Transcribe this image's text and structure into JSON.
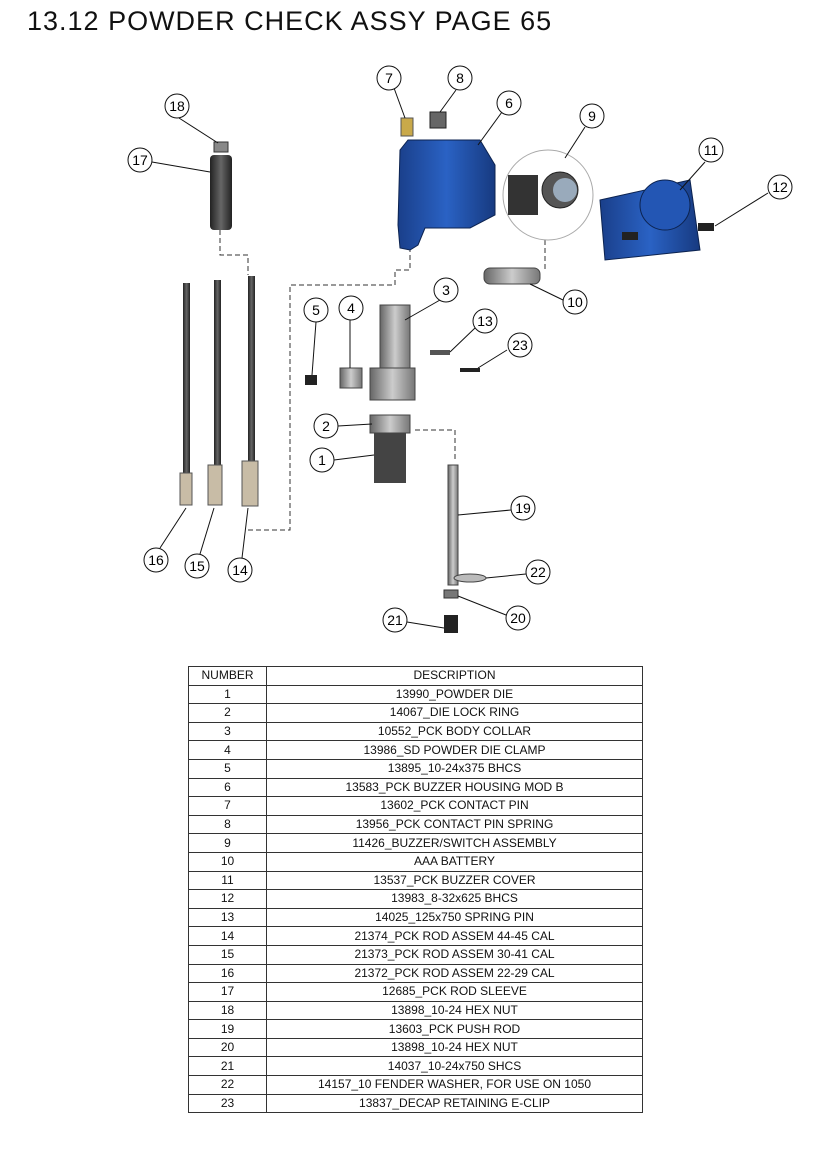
{
  "page": {
    "title": "13.12 POWDER CHECK ASSY PAGE 65"
  },
  "colors": {
    "housing_blue": "#1f50a8",
    "metal_gray": "#8a8a8a",
    "outline": "#222222"
  },
  "diagram": {
    "callouts": [
      "1",
      "2",
      "3",
      "4",
      "5",
      "6",
      "7",
      "8",
      "9",
      "10",
      "11",
      "12",
      "13",
      "14",
      "15",
      "16",
      "17",
      "18",
      "19",
      "20",
      "21",
      "22",
      "23"
    ]
  },
  "table": {
    "headers": {
      "number": "NUMBER",
      "description": "DESCRIPTION"
    },
    "rows": [
      {
        "number": "1",
        "description": "13990_POWDER DIE"
      },
      {
        "number": "2",
        "description": "14067_DIE LOCK RING"
      },
      {
        "number": "3",
        "description": "10552_PCK BODY COLLAR"
      },
      {
        "number": "4",
        "description": "13986_SD POWDER DIE CLAMP"
      },
      {
        "number": "5",
        "description": "13895_10-24x375 BHCS"
      },
      {
        "number": "6",
        "description": "13583_PCK BUZZER HOUSING MOD B"
      },
      {
        "number": "7",
        "description": "13602_PCK CONTACT PIN"
      },
      {
        "number": "8",
        "description": "13956_PCK CONTACT PIN SPRING"
      },
      {
        "number": "9",
        "description": "11426_BUZZER/SWITCH ASSEMBLY"
      },
      {
        "number": "10",
        "description": "AAA BATTERY"
      },
      {
        "number": "11",
        "description": "13537_PCK BUZZER COVER"
      },
      {
        "number": "12",
        "description": "13983_8-32x625 BHCS"
      },
      {
        "number": "13",
        "description": "14025_125x750 SPRING PIN"
      },
      {
        "number": "14",
        "description": "21374_PCK ROD ASSEM 44-45 CAL"
      },
      {
        "number": "15",
        "description": "21373_PCK ROD ASSEM 30-41 CAL"
      },
      {
        "number": "16",
        "description": "21372_PCK ROD ASSEM 22-29 CAL"
      },
      {
        "number": "17",
        "description": "12685_PCK ROD SLEEVE"
      },
      {
        "number": "18",
        "description": "13898_10-24 HEX NUT"
      },
      {
        "number": "19",
        "description": "13603_PCK PUSH ROD"
      },
      {
        "number": "20",
        "description": "13898_10-24 HEX NUT"
      },
      {
        "number": "21",
        "description": "14037_10-24x750 SHCS"
      },
      {
        "number": "22",
        "description": "14157_10 FENDER WASHER, FOR USE ON 1050"
      },
      {
        "number": "23",
        "description": "13837_DECAP RETAINING E-CLIP"
      }
    ]
  }
}
